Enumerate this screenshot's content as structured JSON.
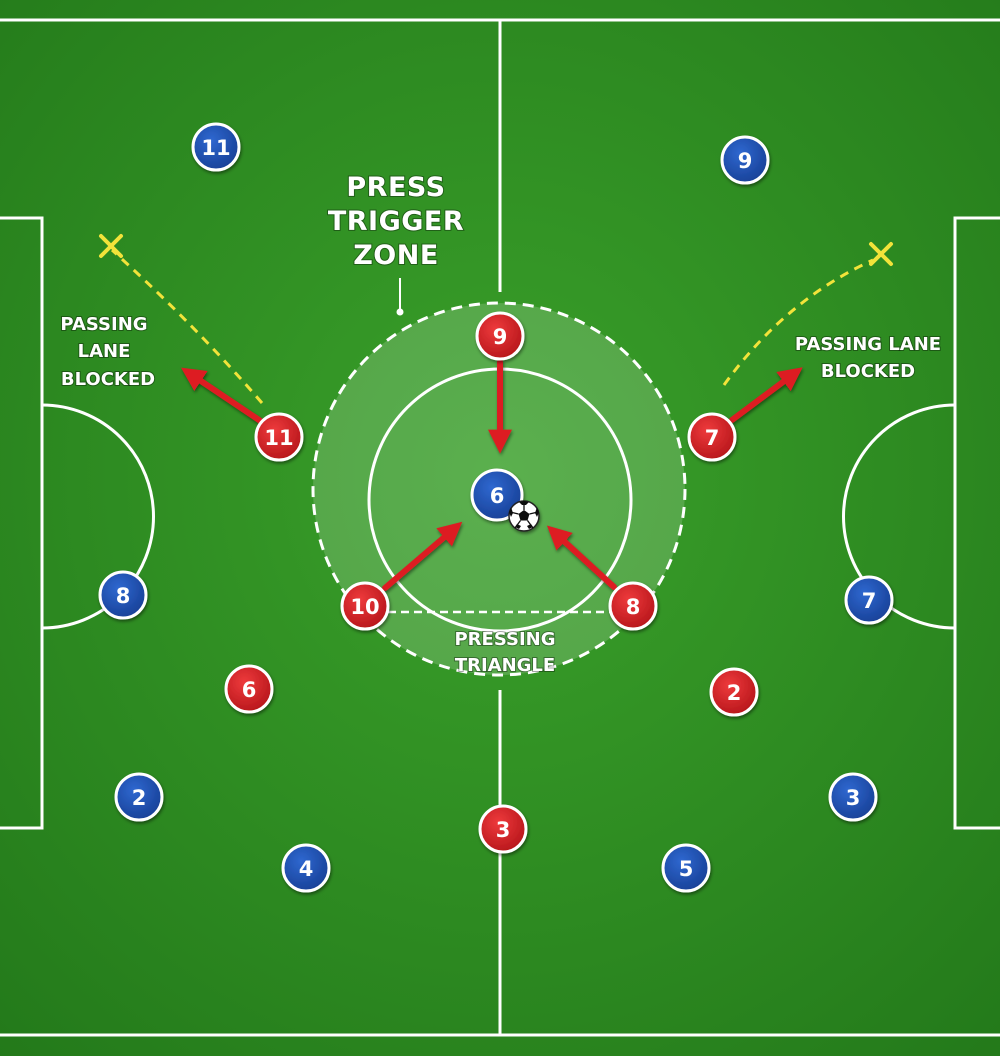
{
  "labels": {
    "press_trigger": [
      "PRESS",
      "TRIGGER",
      "ZONE"
    ],
    "passing_lane_left": [
      "PASSING",
      "LANE",
      "BLOCKED"
    ],
    "passing_lane_right": [
      "PASSING LANE",
      "BLOCKED"
    ],
    "pressing_triangle": [
      "PRESSING",
      "TRIANGLE"
    ]
  },
  "players": {
    "blue": [
      "11",
      "9",
      "6",
      "8",
      "7",
      "2",
      "3",
      "4",
      "5"
    ],
    "red": [
      "9",
      "11",
      "7",
      "10",
      "8",
      "6",
      "2",
      "3"
    ]
  },
  "colors": {
    "pitch": "#2f8f22",
    "red_team": "#d42024",
    "blue_team": "#1e50b4",
    "arrow": "#dd1f22",
    "blocked_lane": "#f2e33a",
    "lines": "#ffffff"
  },
  "icons": {
    "ball": "soccer-ball-icon",
    "blocked": "x-mark-icon"
  }
}
